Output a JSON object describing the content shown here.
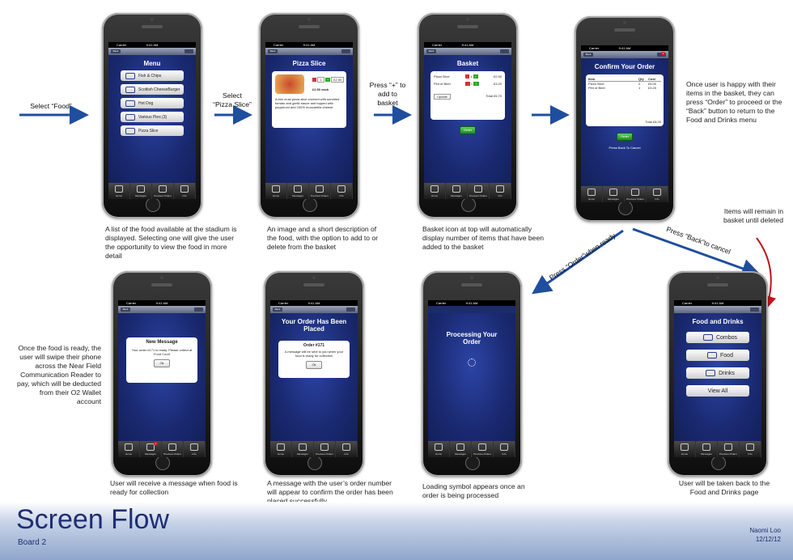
{
  "footer": {
    "title": "Screen Flow",
    "subtitle": "Board 2",
    "author": "Naomi Loo",
    "date": "12/12/12"
  },
  "status": {
    "carrier": "Carrier",
    "time": "9:41 AM"
  },
  "nav": {
    "back": "Back"
  },
  "tabs": [
    "Home",
    "Messages",
    "Previous Orders",
    "Info"
  ],
  "screen1": {
    "title": "Menu",
    "items": [
      "Fish & Chips",
      "Scottish CheeseBurger",
      "Hot Dog",
      "Various Pies (3)",
      "Pizza Slice"
    ]
  },
  "screen2": {
    "title": "Pizza Slice",
    "price": "£2.50 each",
    "description": "A thin crust pizza slice covered with sundried tomato and garlic sauce and topped with pepperoni and 100% mozzarella cheese.",
    "qty": "1",
    "line_price": "£2.50"
  },
  "screen3": {
    "title": "Basket",
    "items": [
      {
        "name": "Pizza Slice",
        "qty": "1",
        "price": "£2.50"
      },
      {
        "name": "Pint of Beer",
        "qty": "1",
        "price": "£3.20"
      }
    ],
    "update": "Update",
    "total_label": "Total",
    "total": "£5.70",
    "order": "Order"
  },
  "screen4": {
    "title": "Confirm Your Order",
    "headers": [
      "Item",
      "Qty",
      "Cost"
    ],
    "rows": [
      {
        "item": "Pizza Slice",
        "qty": "2",
        "cost": "£5.00"
      },
      {
        "item": "Pint of Beer",
        "qty": "1",
        "cost": "£3.20"
      }
    ],
    "total_label": "Total",
    "total": "£8.20",
    "order": "Order",
    "cancel": "Press Back To Cancel",
    "basket_count": "3"
  },
  "screen5": {
    "dialog_title": "New Message",
    "dialog_body": "Your order #171 is ready. Please collect at Food Court",
    "ok": "Ok",
    "badge": "1"
  },
  "screen6": {
    "title": "Your Order Has Been Placed",
    "order_no": "Order #171",
    "body": "A message will be sent to you when your food is ready for collection",
    "ok": "Ok"
  },
  "screen7": {
    "title": "Processing Your Order"
  },
  "screen8": {
    "title": "Food and Drinks",
    "items": [
      "Combos",
      "Food",
      "Drinks",
      "View All"
    ]
  },
  "arrows": {
    "select_food": "Select “Food”",
    "select_pizza": "Select “Pizza Slice”",
    "press_plus": "Press “+” to add to basket",
    "press_order": "Press “Order”when ready",
    "press_back": "Press “Back”to cancel"
  },
  "annotations": {
    "a1": "A list of the food available at the stadium is displayed. Selecting one will give the user the opportunity to view the food in more detail",
    "a2": "An image and a short description of the food, with the option to add to or delete from the basket",
    "a3": "Basket icon at top will automatically display number of items that have been added to the basket",
    "a4": "Once user is happy with their items in the basket, they can press “Order” to proceed or the “Back” button to return to the Food and Drinks menu",
    "a5": "Items will remain in basket until deleted",
    "a6": "Once the food is ready, the user will swipe their phone across the Near Field Communication Reader to pay, which will be deducted from their O2 Wallet account",
    "a7": "User will receive a message when food is ready for collection",
    "a8": "A message with the user’s order number will appear to confirm the order has been placed successfully",
    "a9": "Loading symbol appears once an order is being processed",
    "a10": "User will be taken back to the Food and Drinks page"
  },
  "colors": {
    "arrow": "#1f4e9e",
    "red_arrow": "#c0141c",
    "footer_text": "#1e2e70"
  }
}
